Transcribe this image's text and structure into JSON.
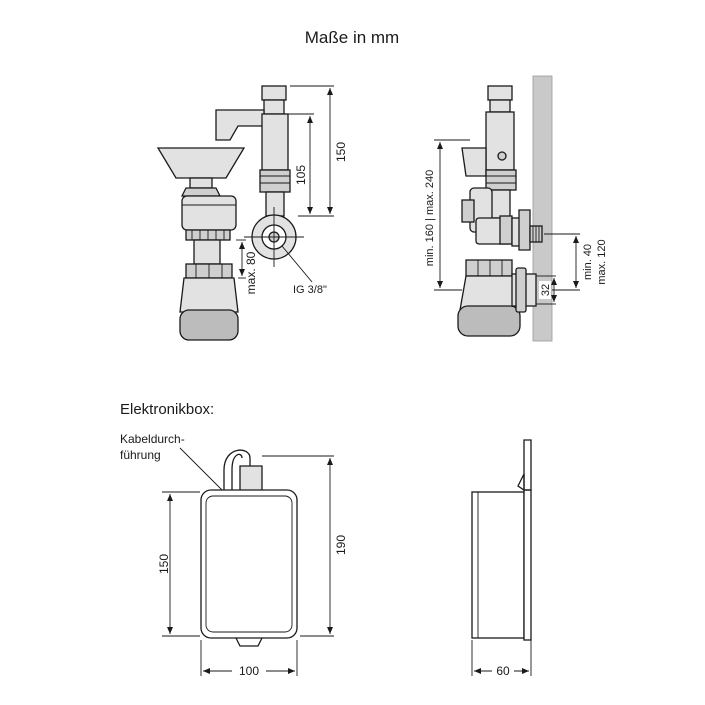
{
  "title": "Maße in mm",
  "section_electronics": "Elektronikbox:",
  "labels": {
    "cable_line1": "Kabeldurch-",
    "cable_line2": "führung",
    "thread": "IG 3/8\""
  },
  "dimensions": {
    "tap_height": "150",
    "tap_inner": "105",
    "siphon_max": "max. 80",
    "wall_range": "min. 160 | max. 240",
    "wall_min": "min. 40",
    "wall_max": "max. 120",
    "pipe": "32",
    "box_inner_height": "150",
    "box_height": "190",
    "box_width": "100",
    "box_depth": "60"
  }
}
